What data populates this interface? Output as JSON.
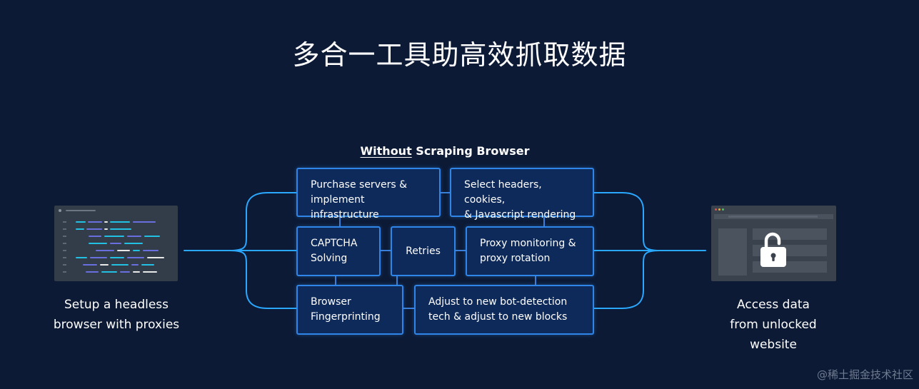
{
  "title": "多合一工具助高效抓取数据",
  "subtitle": {
    "underlined": "Without",
    "rest": " Scraping Browser"
  },
  "left_label": "Setup a headless\nbrowser with proxies",
  "right_label": "Access data\nfrom unlocked\nwebsite",
  "boxes": {
    "purchase": "Purchase servers &\nimplement infrastructure",
    "headers": "Select headers, cookies,\n& Javascript rendering",
    "captcha": "CAPTCHA\nSolving",
    "retries": "Retries",
    "proxy": "Proxy monitoring &\nproxy rotation",
    "fingerprint": "Browser\nFingerprinting",
    "adjust": "Adjust to new bot-detection\ntech & adjust to new blocks"
  },
  "icons": {
    "left": "code-editor-window-icon",
    "right": "browser-window-icon",
    "lock": "unlocked-padlock-icon"
  },
  "colors": {
    "background": "#0c1a35",
    "box_fill": "#0e2a5a",
    "box_border": "#2f86e8",
    "connector": "#2aa8ff"
  },
  "watermark": "@稀土掘金技术社区"
}
